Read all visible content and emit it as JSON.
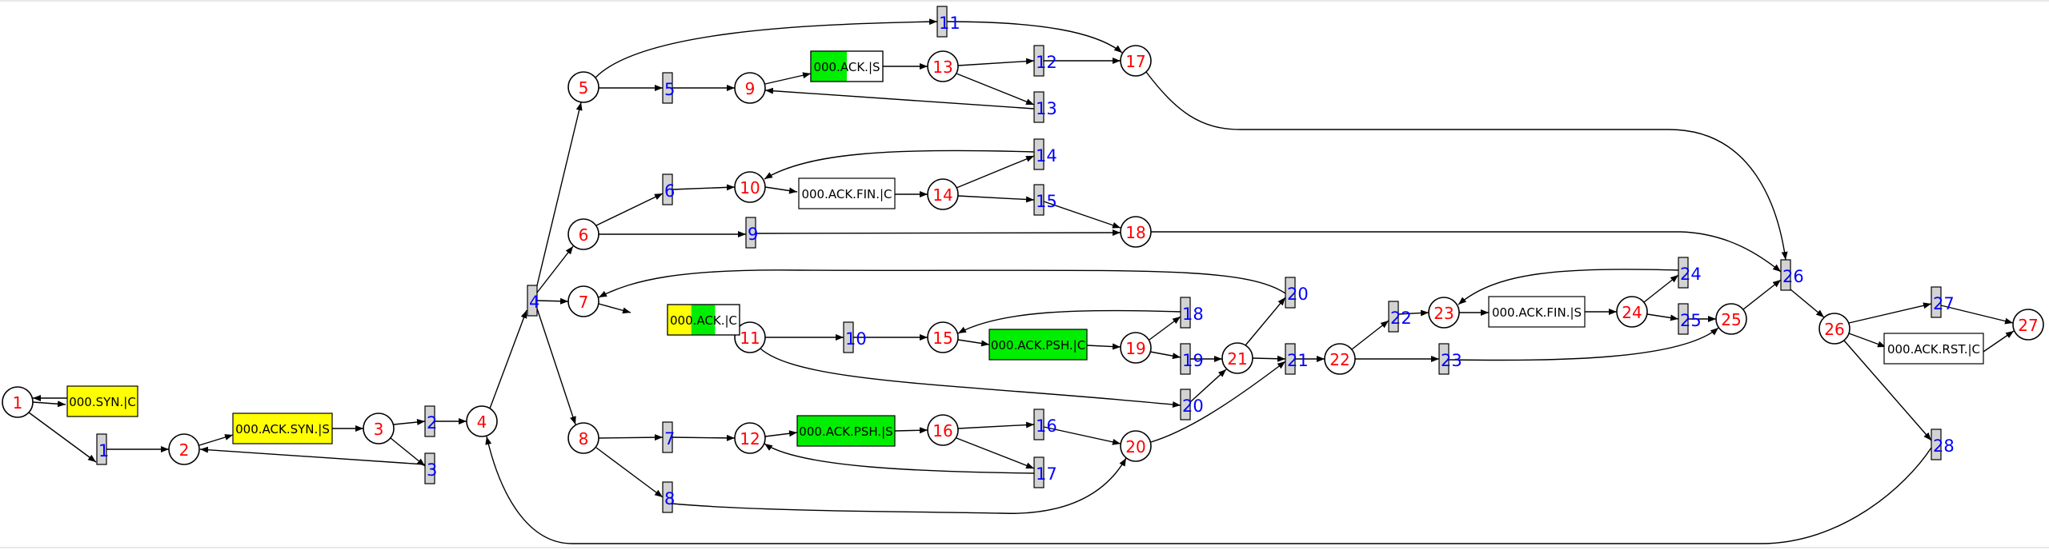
{
  "colors": {
    "state_text": "#ff0000",
    "transition_text": "#0000ff",
    "transition_fill": "#d3d3d3",
    "yellow": "#ffff00",
    "green": "#00ee00",
    "white": "#ffffff"
  },
  "states": [
    {
      "id": "s1",
      "label": "1"
    },
    {
      "id": "s2",
      "label": "2"
    },
    {
      "id": "s3",
      "label": "3"
    },
    {
      "id": "s4",
      "label": "4"
    },
    {
      "id": "s5",
      "label": "5"
    },
    {
      "id": "s6",
      "label": "6"
    },
    {
      "id": "s7",
      "label": "7"
    },
    {
      "id": "s8",
      "label": "8"
    },
    {
      "id": "s9",
      "label": "9"
    },
    {
      "id": "s10",
      "label": "10"
    },
    {
      "id": "s11",
      "label": "11"
    },
    {
      "id": "s12",
      "label": "12"
    },
    {
      "id": "s13",
      "label": "13"
    },
    {
      "id": "s14",
      "label": "14"
    },
    {
      "id": "s15",
      "label": "15"
    },
    {
      "id": "s16",
      "label": "16"
    },
    {
      "id": "s17",
      "label": "17"
    },
    {
      "id": "s18",
      "label": "18"
    },
    {
      "id": "s19",
      "label": "19"
    },
    {
      "id": "s20",
      "label": "20"
    },
    {
      "id": "s21",
      "label": "21"
    },
    {
      "id": "s22",
      "label": "22"
    },
    {
      "id": "s23",
      "label": "23"
    },
    {
      "id": "s24",
      "label": "24"
    },
    {
      "id": "s25",
      "label": "25"
    },
    {
      "id": "s26",
      "label": "26"
    },
    {
      "id": "s27",
      "label": "27"
    }
  ],
  "transitions": [
    {
      "id": "t1",
      "label": "1"
    },
    {
      "id": "t2",
      "label": "2"
    },
    {
      "id": "t3",
      "label": "3"
    },
    {
      "id": "t4",
      "label": "4"
    },
    {
      "id": "t5",
      "label": "5"
    },
    {
      "id": "t6",
      "label": "6"
    },
    {
      "id": "t7",
      "label": "7"
    },
    {
      "id": "t8",
      "label": "8"
    },
    {
      "id": "t9",
      "label": "9"
    },
    {
      "id": "t10",
      "label": "10"
    },
    {
      "id": "t11",
      "label": "11"
    },
    {
      "id": "t12",
      "label": "12"
    },
    {
      "id": "t13",
      "label": "13"
    },
    {
      "id": "t14",
      "label": "14"
    },
    {
      "id": "t15",
      "label": "15"
    },
    {
      "id": "t16",
      "label": "16"
    },
    {
      "id": "t17",
      "label": "17"
    },
    {
      "id": "t18",
      "label": "18"
    },
    {
      "id": "t19",
      "label": "19"
    },
    {
      "id": "t20a",
      "label": "20"
    },
    {
      "id": "t20b",
      "label": "20"
    },
    {
      "id": "t21",
      "label": "21"
    },
    {
      "id": "t22",
      "label": "22"
    },
    {
      "id": "t23",
      "label": "23"
    },
    {
      "id": "t24",
      "label": "24"
    },
    {
      "id": "t25",
      "label": "25"
    },
    {
      "id": "t26",
      "label": "26"
    },
    {
      "id": "t27",
      "label": "27"
    },
    {
      "id": "t28",
      "label": "28"
    }
  ],
  "packets": [
    {
      "id": "p_syn",
      "label": "000.SYN.|C",
      "fill": "yellow"
    },
    {
      "id": "p_ack_syn",
      "label": "000.ACK.SYN.|S",
      "fill": "yellow"
    },
    {
      "id": "p_ack_s",
      "label": "000.ACK.|S",
      "fill": "green-left"
    },
    {
      "id": "p_ack_fin_c",
      "label": "000.ACK.FIN.|C",
      "fill": "white"
    },
    {
      "id": "p_ack_c",
      "label": "000.ACK.|C",
      "fill": "yellow-green"
    },
    {
      "id": "p_ack_psh_c",
      "label": "000.ACK.PSH.|C",
      "fill": "green"
    },
    {
      "id": "p_ack_psh_s",
      "label": "000.ACK.PSH.|S",
      "fill": "green"
    },
    {
      "id": "p_ack_fin_s",
      "label": "000.ACK.FIN.|S",
      "fill": "white"
    },
    {
      "id": "p_ack_rst_c",
      "label": "000.ACK.RST.|C",
      "fill": "white"
    }
  ]
}
